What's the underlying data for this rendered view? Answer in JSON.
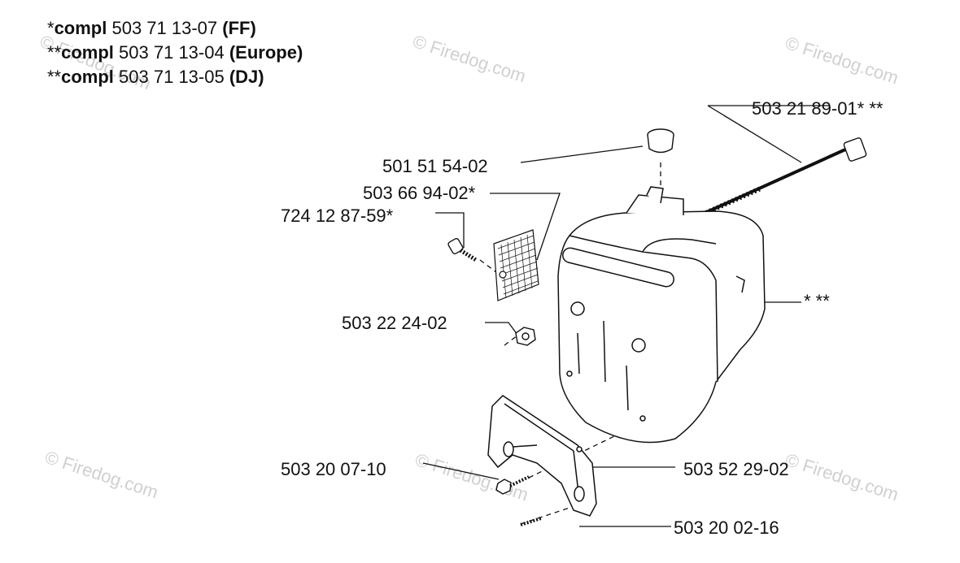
{
  "header": {
    "lines": [
      {
        "prefix": "*",
        "keyword": "compl",
        "number": "503 71 13-07",
        "variant": "(FF)"
      },
      {
        "prefix": "**",
        "keyword": "compl",
        "number": "503 71 13-04",
        "variant": "(Europe)"
      },
      {
        "prefix": "**",
        "keyword": "compl",
        "number": "503 71 13-05",
        "variant": "(DJ)"
      }
    ]
  },
  "parts": {
    "bolt_long": "503 21 89-01*   **",
    "plug": "501 51 54-02",
    "screen": "503 66 94-02*",
    "screw_small": "724 12 87-59*",
    "muffler": "* **",
    "nut": "503 22 24-02",
    "screw_bottom": "503 20 07-10",
    "gasket_bracket": "503 52 29-02",
    "screw_lower": "503 20 02-16"
  },
  "watermark": {
    "text": "© Firedog.com"
  }
}
